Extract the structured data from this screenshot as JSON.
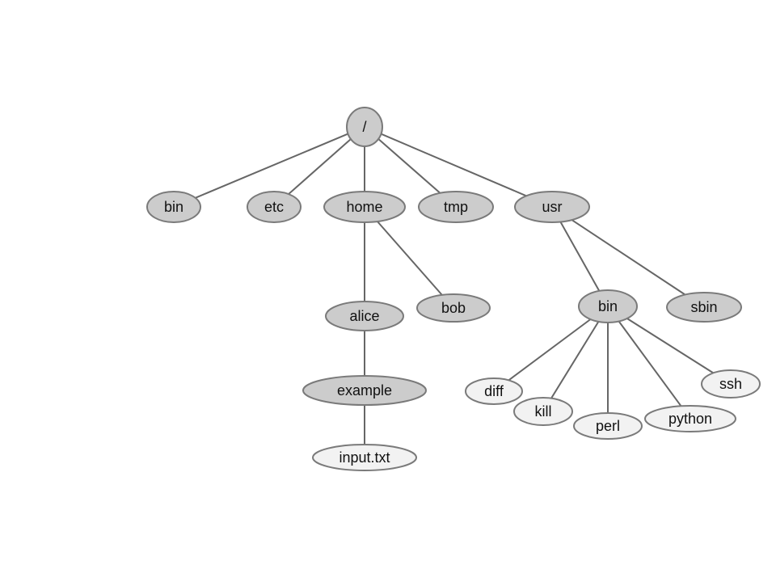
{
  "colors": {
    "directory": "#cccccc",
    "file": "#f2f2f2",
    "edge": "#666666",
    "outline": "#7a7a7a"
  },
  "nodes": [
    {
      "id": "root",
      "label": "/",
      "kind": "directory"
    },
    {
      "id": "bin",
      "label": "bin",
      "kind": "directory"
    },
    {
      "id": "etc",
      "label": "etc",
      "kind": "directory"
    },
    {
      "id": "home",
      "label": "home",
      "kind": "directory"
    },
    {
      "id": "tmp",
      "label": "tmp",
      "kind": "directory"
    },
    {
      "id": "usr",
      "label": "usr",
      "kind": "directory"
    },
    {
      "id": "alice",
      "label": "alice",
      "kind": "directory"
    },
    {
      "id": "bob",
      "label": "bob",
      "kind": "directory"
    },
    {
      "id": "example",
      "label": "example",
      "kind": "directory"
    },
    {
      "id": "input",
      "label": "input.txt",
      "kind": "file"
    },
    {
      "id": "usrbin",
      "label": "bin",
      "kind": "directory"
    },
    {
      "id": "sbin",
      "label": "sbin",
      "kind": "directory"
    },
    {
      "id": "diff",
      "label": "diff",
      "kind": "file"
    },
    {
      "id": "kill",
      "label": "kill",
      "kind": "file"
    },
    {
      "id": "perl",
      "label": "perl",
      "kind": "file"
    },
    {
      "id": "python",
      "label": "python",
      "kind": "file"
    },
    {
      "id": "ssh",
      "label": "ssh",
      "kind": "file"
    }
  ],
  "edges": [
    {
      "from": "root",
      "to": "bin"
    },
    {
      "from": "root",
      "to": "etc"
    },
    {
      "from": "root",
      "to": "home"
    },
    {
      "from": "root",
      "to": "tmp"
    },
    {
      "from": "root",
      "to": "usr"
    },
    {
      "from": "home",
      "to": "alice"
    },
    {
      "from": "home",
      "to": "bob"
    },
    {
      "from": "alice",
      "to": "example"
    },
    {
      "from": "example",
      "to": "input"
    },
    {
      "from": "usr",
      "to": "usrbin"
    },
    {
      "from": "usr",
      "to": "sbin"
    },
    {
      "from": "usrbin",
      "to": "diff"
    },
    {
      "from": "usrbin",
      "to": "kill"
    },
    {
      "from": "usrbin",
      "to": "perl"
    },
    {
      "from": "usrbin",
      "to": "python"
    },
    {
      "from": "usrbin",
      "to": "ssh"
    }
  ]
}
